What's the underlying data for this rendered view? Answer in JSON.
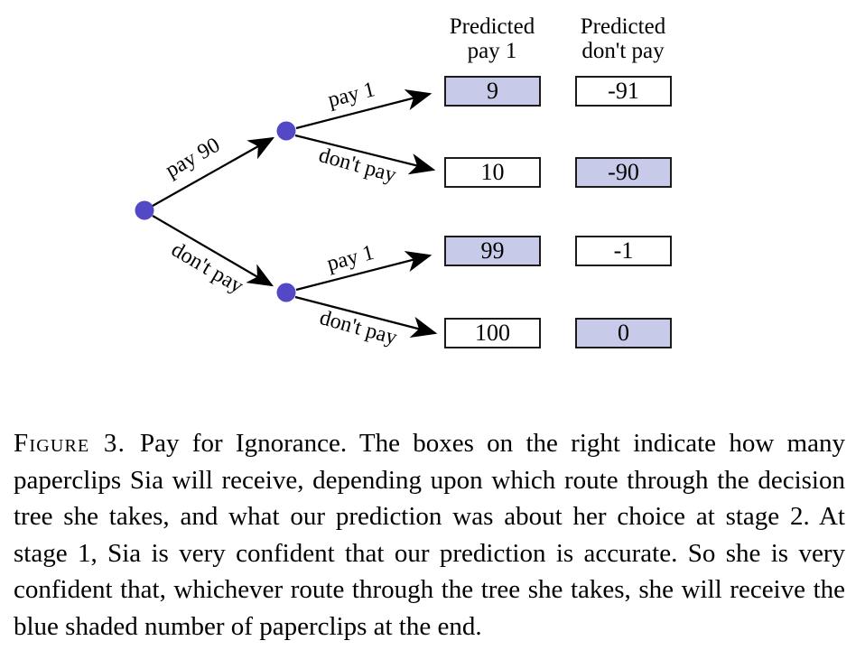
{
  "figure": {
    "headers": [
      {
        "line1": "Predicted",
        "line2": "pay 1"
      },
      {
        "line1": "Predicted",
        "line2": "don't pay"
      }
    ],
    "branches": {
      "root_top": "pay 90",
      "root_bottom": "don't pay",
      "top_up": "pay 1",
      "top_down": "don't pay",
      "bottom_up": "pay 1",
      "bottom_down": "don't pay"
    },
    "outcomes": [
      {
        "pay1": "9",
        "dont_pay": "-91",
        "shaded": "pay1"
      },
      {
        "pay1": "10",
        "dont_pay": "-90",
        "shaded": "dont_pay"
      },
      {
        "pay1": "99",
        "dont_pay": "-1",
        "shaded": "pay1"
      },
      {
        "pay1": "100",
        "dont_pay": "0",
        "shaded": "dont_pay"
      }
    ],
    "colors": {
      "node": "#5349c6",
      "shaded_box": "#c7cae9",
      "line": "#000000"
    }
  },
  "caption": {
    "label": "Figure 3.",
    "text": "Pay for Ignorance. The boxes on the right indicate how many paperclips Sia will receive, depending upon which route through the decision tree she takes, and what our prediction was about her choice at stage 2. At stage 1, Sia is very confident that our prediction is accurate. So she is very confident that, whichever route through the tree she takes, she will receive the blue shaded number of paperclips at the end."
  }
}
